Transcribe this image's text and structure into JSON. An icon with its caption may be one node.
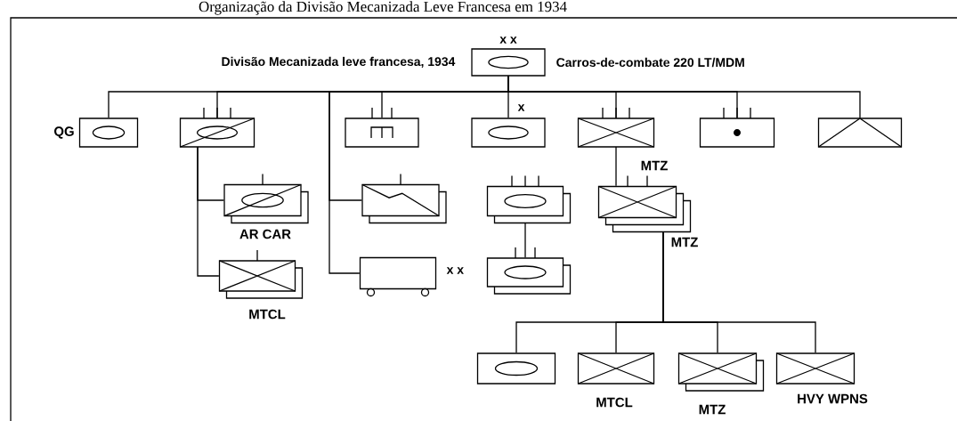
{
  "diagram": {
    "title": "Organização da Divisão Mecanizada Leve Francesa em 1934",
    "nodes": [
      {
        "text": [],
        "shape": "box",
        "beside": [
          "x x",
          "Divisão Mecanizada leve francesa, 1934",
          "Carros-de-combate 220 LT/MDM"
        ]
      },
      {
        "text": [
          "QG"
        ]
      },
      {
        "text": [],
        "shape": "box"
      },
      {
        "text": [],
        "shape": "box"
      },
      {
        "text": [],
        "shape": "box",
        "beside": [
          "x"
        ]
      },
      {
        "text": [
          "MTZ"
        ]
      },
      {
        "text": [],
        "shape": "box"
      },
      {
        "text": [],
        "shape": "box"
      },
      {
        "text": [
          "AR CAR"
        ]
      },
      {
        "text": [],
        "shape": "box"
      },
      {
        "text": [],
        "shape": "box"
      },
      {
        "text": [
          "MTZ"
        ]
      },
      {
        "text": [
          "MTCL"
        ]
      },
      {
        "text": [],
        "shape": "box",
        "beside": [
          "x x"
        ]
      },
      {
        "text": [],
        "shape": "box"
      },
      {
        "text": [],
        "shape": "box"
      },
      {
        "text": [
          "MTCL"
        ]
      },
      {
        "text": [
          "MTZ"
        ]
      },
      {
        "text": [
          "HVY WPNS"
        ]
      }
    ],
    "edges": [
      {
        "from": 0,
        "to": 1,
        "arrow": "none"
      },
      {
        "from": 0,
        "to": 2,
        "arrow": "none"
      },
      {
        "from": 0,
        "to": 3,
        "arrow": "none"
      },
      {
        "from": 0,
        "to": 4,
        "arrow": "none"
      },
      {
        "from": 0,
        "to": 5,
        "arrow": "none"
      },
      {
        "from": 0,
        "to": 6,
        "arrow": "none"
      },
      {
        "from": 0,
        "to": 7,
        "arrow": "none"
      },
      {
        "from": 2,
        "to": 8,
        "arrow": "none"
      },
      {
        "from": 2,
        "to": 12,
        "arrow": "none"
      },
      {
        "from": 0,
        "to": 9,
        "arrow": "none"
      },
      {
        "from": 0,
        "to": 13,
        "arrow": "none"
      },
      {
        "from": 5,
        "to": 11,
        "arrow": "none"
      },
      {
        "from": 10,
        "to": 14,
        "arrow": "none"
      },
      {
        "from": 11,
        "to": 15,
        "arrow": "none"
      },
      {
        "from": 11,
        "to": 16,
        "arrow": "none"
      },
      {
        "from": 11,
        "to": 17,
        "arrow": "none"
      },
      {
        "from": 11,
        "to": 18,
        "arrow": "none"
      }
    ]
  }
}
